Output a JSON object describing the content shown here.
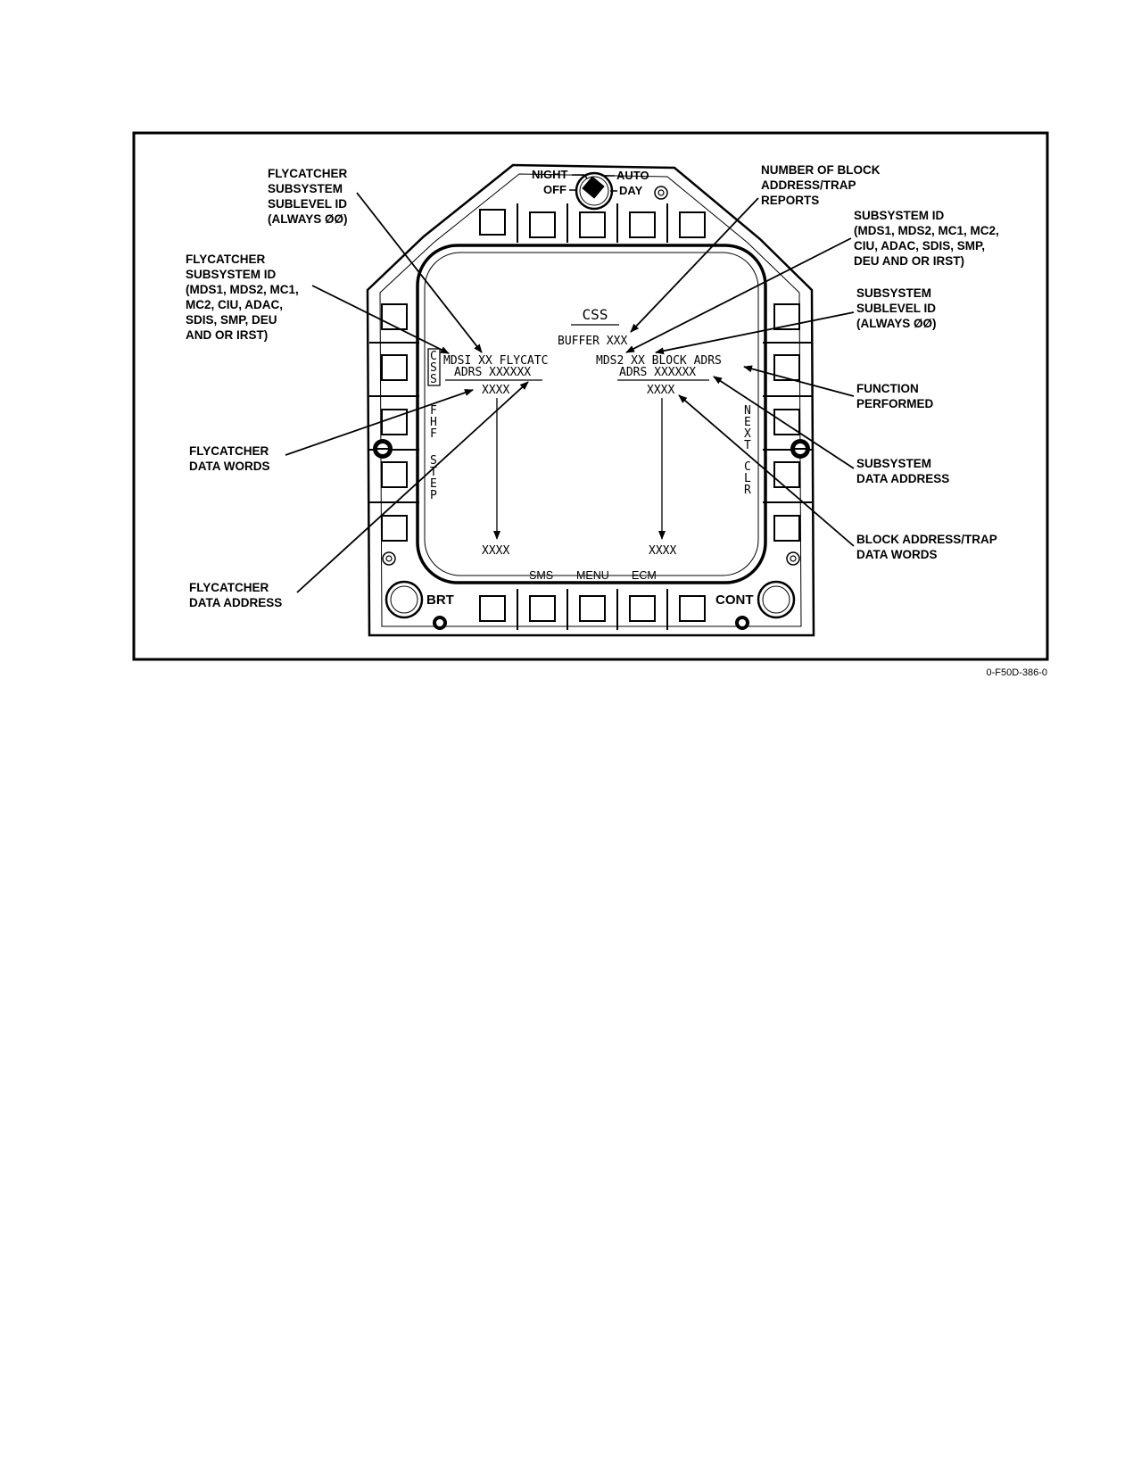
{
  "display": {
    "top_knob_labels": {
      "night": "NIGHT",
      "off": "OFF",
      "auto": "AUTO",
      "day": "DAY"
    },
    "left_bezel_legends": [
      "C",
      "S",
      "S",
      "F",
      "H",
      "F",
      "S",
      "T",
      "E",
      "P"
    ],
    "right_bezel_legends": [
      "N",
      "E",
      "X",
      "T",
      "C",
      "L",
      "R"
    ],
    "bottom_bezel_labels": [
      "SMS",
      "MENU",
      "ECM"
    ],
    "knob_labels": {
      "brightness": "BRT",
      "contrast": "CONT"
    },
    "screen": {
      "title": "CSS",
      "buffer": "BUFFER XXX",
      "left_line1": "MDSI  XX FLYCATC",
      "left_line2": "ADRS XXXXXX",
      "left_data_top": "XXXX",
      "left_data_bottom": "XXXX",
      "right_line1": "MDS2  XX BLOCK  ADRS",
      "right_line2": "ADRS XXXXXX",
      "right_data_top": "XXXX",
      "right_data_bottom": "XXXX"
    }
  },
  "callouts": {
    "fc_sublevel": [
      "FLYCATCHER",
      "SUBSYSTEM",
      "SUBLEVEL ID",
      "(ALWAYS ØØ)"
    ],
    "fc_subsystem": [
      "FLYCATCHER",
      "SUBSYSTEM ID",
      "(MDS1, MDS2, MC1,",
      "MC2, CIU, ADAC,",
      "SDIS, SMP, DEU",
      "AND OR IRST)"
    ],
    "fc_data_words": [
      "FLYCATCHER",
      "DATA WORDS"
    ],
    "fc_data_address": [
      "FLYCATCHER",
      "DATA ADDRESS"
    ],
    "num_block": [
      "NUMBER OF BLOCK",
      "ADDRESS/TRAP",
      "REPORTS"
    ],
    "subsystem_id": [
      "SUBSYSTEM ID",
      "(MDS1, MDS2, MC1, MC2,",
      "CIU, ADAC, SDIS, SMP,",
      "DEU AND OR IRST)"
    ],
    "subsystem_sublevel": [
      "SUBSYSTEM",
      "SUBLEVEL ID",
      "(ALWAYS ØØ)"
    ],
    "function_performed": [
      "FUNCTION",
      "PERFORMED"
    ],
    "subsystem_data_address": [
      "SUBSYSTEM",
      "DATA ADDRESS"
    ],
    "block_trap_words": [
      "BLOCK ADDRESS/TRAP",
      "DATA WORDS"
    ]
  },
  "figure_id": "0-F50D-386-0"
}
